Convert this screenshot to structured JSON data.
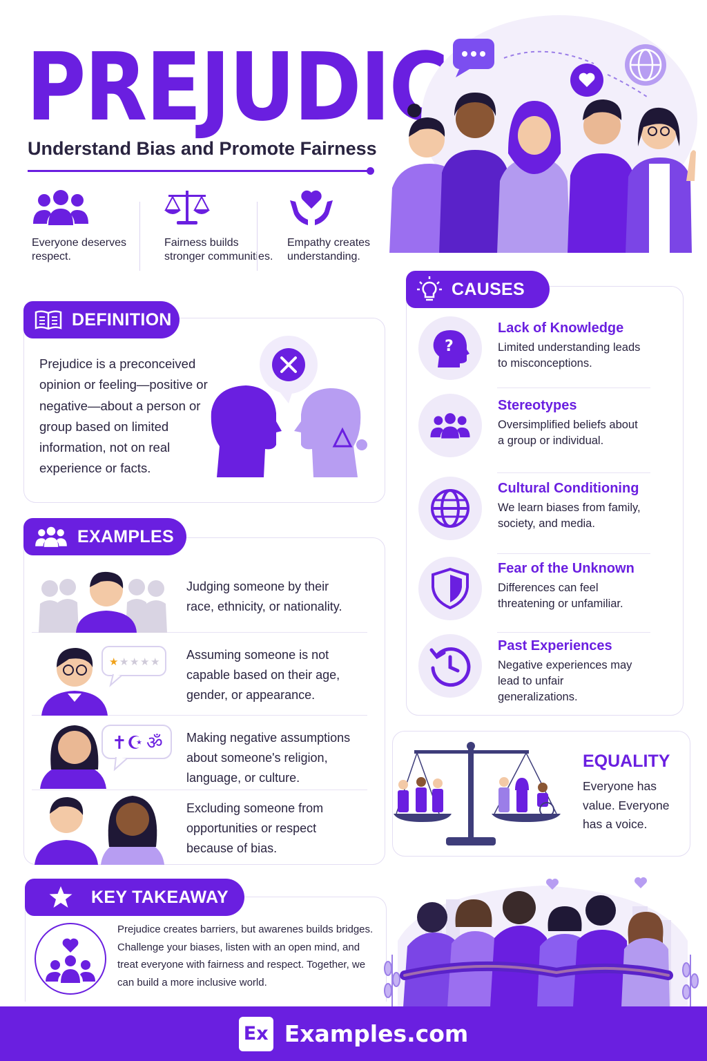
{
  "header": {
    "title": "PREJUDICE",
    "subtitle": "Understand Bias and Promote Fairness"
  },
  "values": [
    {
      "icon": "people-group-icon",
      "text": "Everyone deserves respect."
    },
    {
      "icon": "scales-icon",
      "text": "Fairness builds stronger communities."
    },
    {
      "icon": "heart-hands-icon",
      "text": "Empathy creates understanding."
    }
  ],
  "definition": {
    "label": "DEFINITION",
    "text": "Prejudice is a preconceived opinion or feeling—positive or negative—about a person or group based on limited information, not on real experience or facts."
  },
  "examples": {
    "label": "EXAMPLES",
    "items": [
      {
        "text": "Judging someone by their race, ethnicity, or nationality."
      },
      {
        "text": "Assuming someone is not capable based on their age, gender, or appearance."
      },
      {
        "text": "Making negative assumptions about someone's religion, language, or culture."
      },
      {
        "text": "Excluding someone from opportunities or respect because of bias."
      }
    ],
    "rating": 1
  },
  "causes": {
    "label": "CAUSES",
    "items": [
      {
        "title": "Lack of Knowledge",
        "desc": "Limited understanding leads to misconceptions.",
        "icon": "head-question-icon"
      },
      {
        "title": "Stereotypes",
        "desc": "Oversimplified beliefs about a group or individual.",
        "icon": "people-group-icon"
      },
      {
        "title": "Cultural Conditioning",
        "desc": "We learn biases from family, society, and media.",
        "icon": "globe-icon"
      },
      {
        "title": "Fear of the Unknown",
        "desc": "Differences can feel threatening or unfamiliar.",
        "icon": "shield-icon"
      },
      {
        "title": "Past Experiences",
        "desc": "Negative experiences may lead to unfair generalizations.",
        "icon": "clock-history-icon"
      }
    ]
  },
  "equality": {
    "title": "EQUALITY",
    "text": "Everyone has value. Everyone has a voice."
  },
  "takeaway": {
    "label": "KEY TAKEAWAY",
    "text": "Prejudice creates barriers, but awarenes builds bridges. Challenge your biases, listen with an open mind, and treat everyone with fairness and respect. Together, we can build a more inclusive world."
  },
  "footer": {
    "logo": "Ex",
    "site": "Examples.com"
  },
  "colors": {
    "primary": "#6a1fe0",
    "light": "#9b7ee8",
    "pale": "#efeaf9",
    "text": "#2a2440"
  }
}
